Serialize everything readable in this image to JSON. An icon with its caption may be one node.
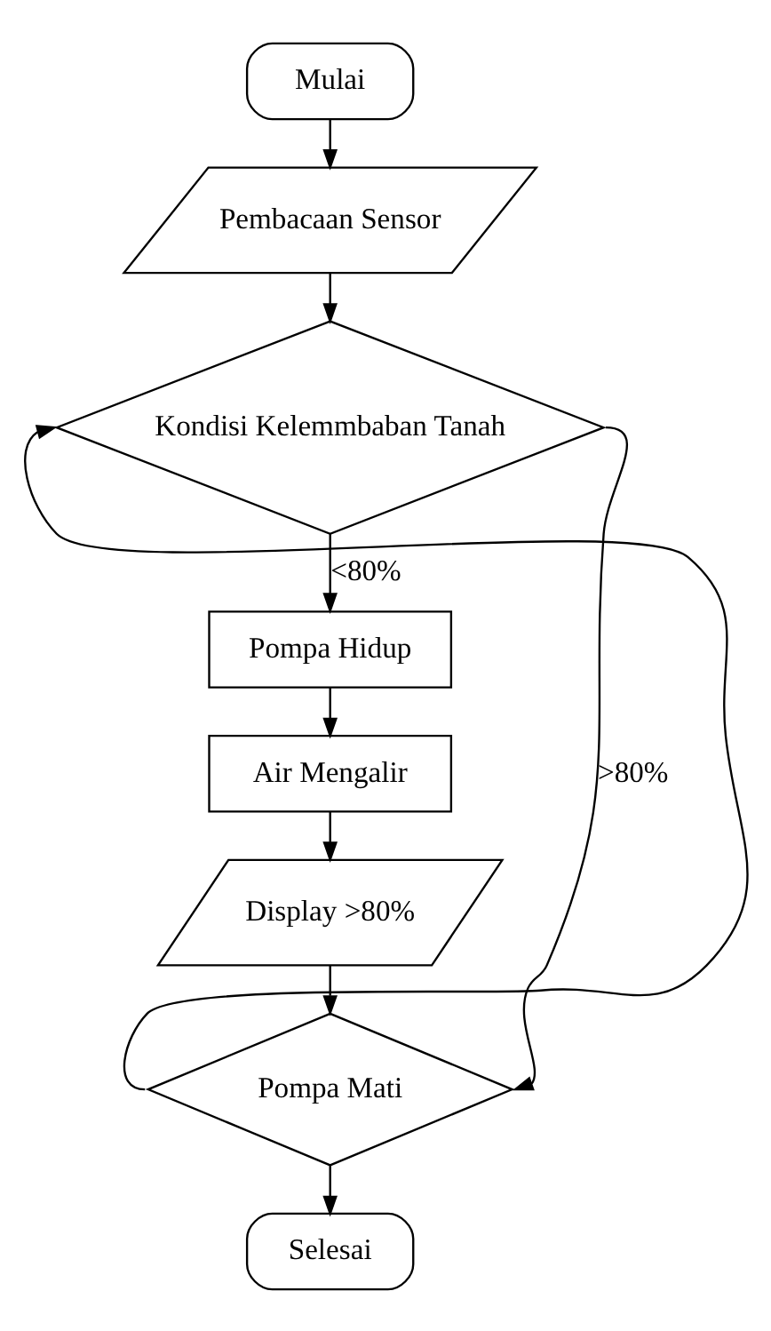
{
  "diagram": {
    "nodes": [
      {
        "text": [
          "Mulai"
        ]
      },
      {
        "text": [
          "Pembacaan Sensor"
        ]
      },
      {
        "text": [
          "Kondisi Kelemmbaban Tanah"
        ]
      },
      {
        "text": [
          "Pompa Hidup"
        ]
      },
      {
        "text": [
          "Air Mengalir"
        ]
      },
      {
        "text": [
          "Display >80%"
        ]
      },
      {
        "text": [
          "Pompa Mati"
        ]
      },
      {
        "text": [
          "Selesai"
        ]
      }
    ],
    "edges": [
      {
        "from": 0,
        "to": 1,
        "arrow": "to"
      },
      {
        "from": 1,
        "to": 2,
        "arrow": "to"
      },
      {
        "from": 2,
        "to": 3,
        "arrow": "to",
        "label": "<80%"
      },
      {
        "from": 3,
        "to": 4,
        "arrow": "to"
      },
      {
        "from": 4,
        "to": 5,
        "arrow": "to"
      },
      {
        "from": 5,
        "to": 6,
        "arrow": "to"
      },
      {
        "from": 6,
        "to": 7,
        "arrow": "to"
      },
      {
        "from": 6,
        "to": 2,
        "arrow": "to"
      },
      {
        "from": 2,
        "to": 6,
        "arrow": "to",
        "label": ">80%"
      }
    ]
  }
}
